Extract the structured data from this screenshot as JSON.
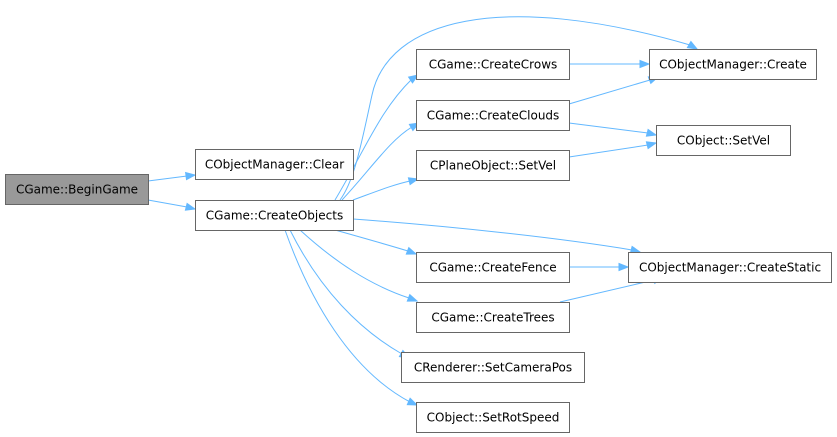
{
  "diagram": {
    "type": "call-graph",
    "colors": {
      "edge": "#63b8ff",
      "root_fill": "#999999",
      "node_border": "#666666"
    },
    "nodes": [
      {
        "id": "begin_game",
        "label": "CGame::BeginGame",
        "root": true
      },
      {
        "id": "om_clear",
        "label": "CObjectManager::Clear"
      },
      {
        "id": "create_objects",
        "label": "CGame::CreateObjects"
      },
      {
        "id": "create_crows",
        "label": "CGame::CreateCrows"
      },
      {
        "id": "create_clouds",
        "label": "CGame::CreateClouds"
      },
      {
        "id": "plane_setvel",
        "label": "CPlaneObject::SetVel"
      },
      {
        "id": "create_fence",
        "label": "CGame::CreateFence"
      },
      {
        "id": "create_trees",
        "label": "CGame::CreateTrees"
      },
      {
        "id": "set_camera_pos",
        "label": "CRenderer::SetCameraPos"
      },
      {
        "id": "set_rot_speed",
        "label": "CObject::SetRotSpeed"
      },
      {
        "id": "om_create",
        "label": "CObjectManager::Create"
      },
      {
        "id": "obj_setvel",
        "label": "CObject::SetVel"
      },
      {
        "id": "om_create_static",
        "label": "CObjectManager::CreateStatic"
      }
    ],
    "edges": [
      {
        "from": "begin_game",
        "to": "om_clear"
      },
      {
        "from": "begin_game",
        "to": "create_objects"
      },
      {
        "from": "create_objects",
        "to": "om_create"
      },
      {
        "from": "create_objects",
        "to": "create_crows"
      },
      {
        "from": "create_objects",
        "to": "create_clouds"
      },
      {
        "from": "create_objects",
        "to": "plane_setvel"
      },
      {
        "from": "create_objects",
        "to": "om_create_static"
      },
      {
        "from": "create_objects",
        "to": "create_fence"
      },
      {
        "from": "create_objects",
        "to": "create_trees"
      },
      {
        "from": "create_objects",
        "to": "set_camera_pos"
      },
      {
        "from": "create_objects",
        "to": "set_rot_speed"
      },
      {
        "from": "create_crows",
        "to": "om_create"
      },
      {
        "from": "create_clouds",
        "to": "om_create"
      },
      {
        "from": "create_clouds",
        "to": "obj_setvel"
      },
      {
        "from": "plane_setvel",
        "to": "obj_setvel"
      },
      {
        "from": "create_fence",
        "to": "om_create_static"
      },
      {
        "from": "create_trees",
        "to": "om_create_static"
      }
    ]
  }
}
